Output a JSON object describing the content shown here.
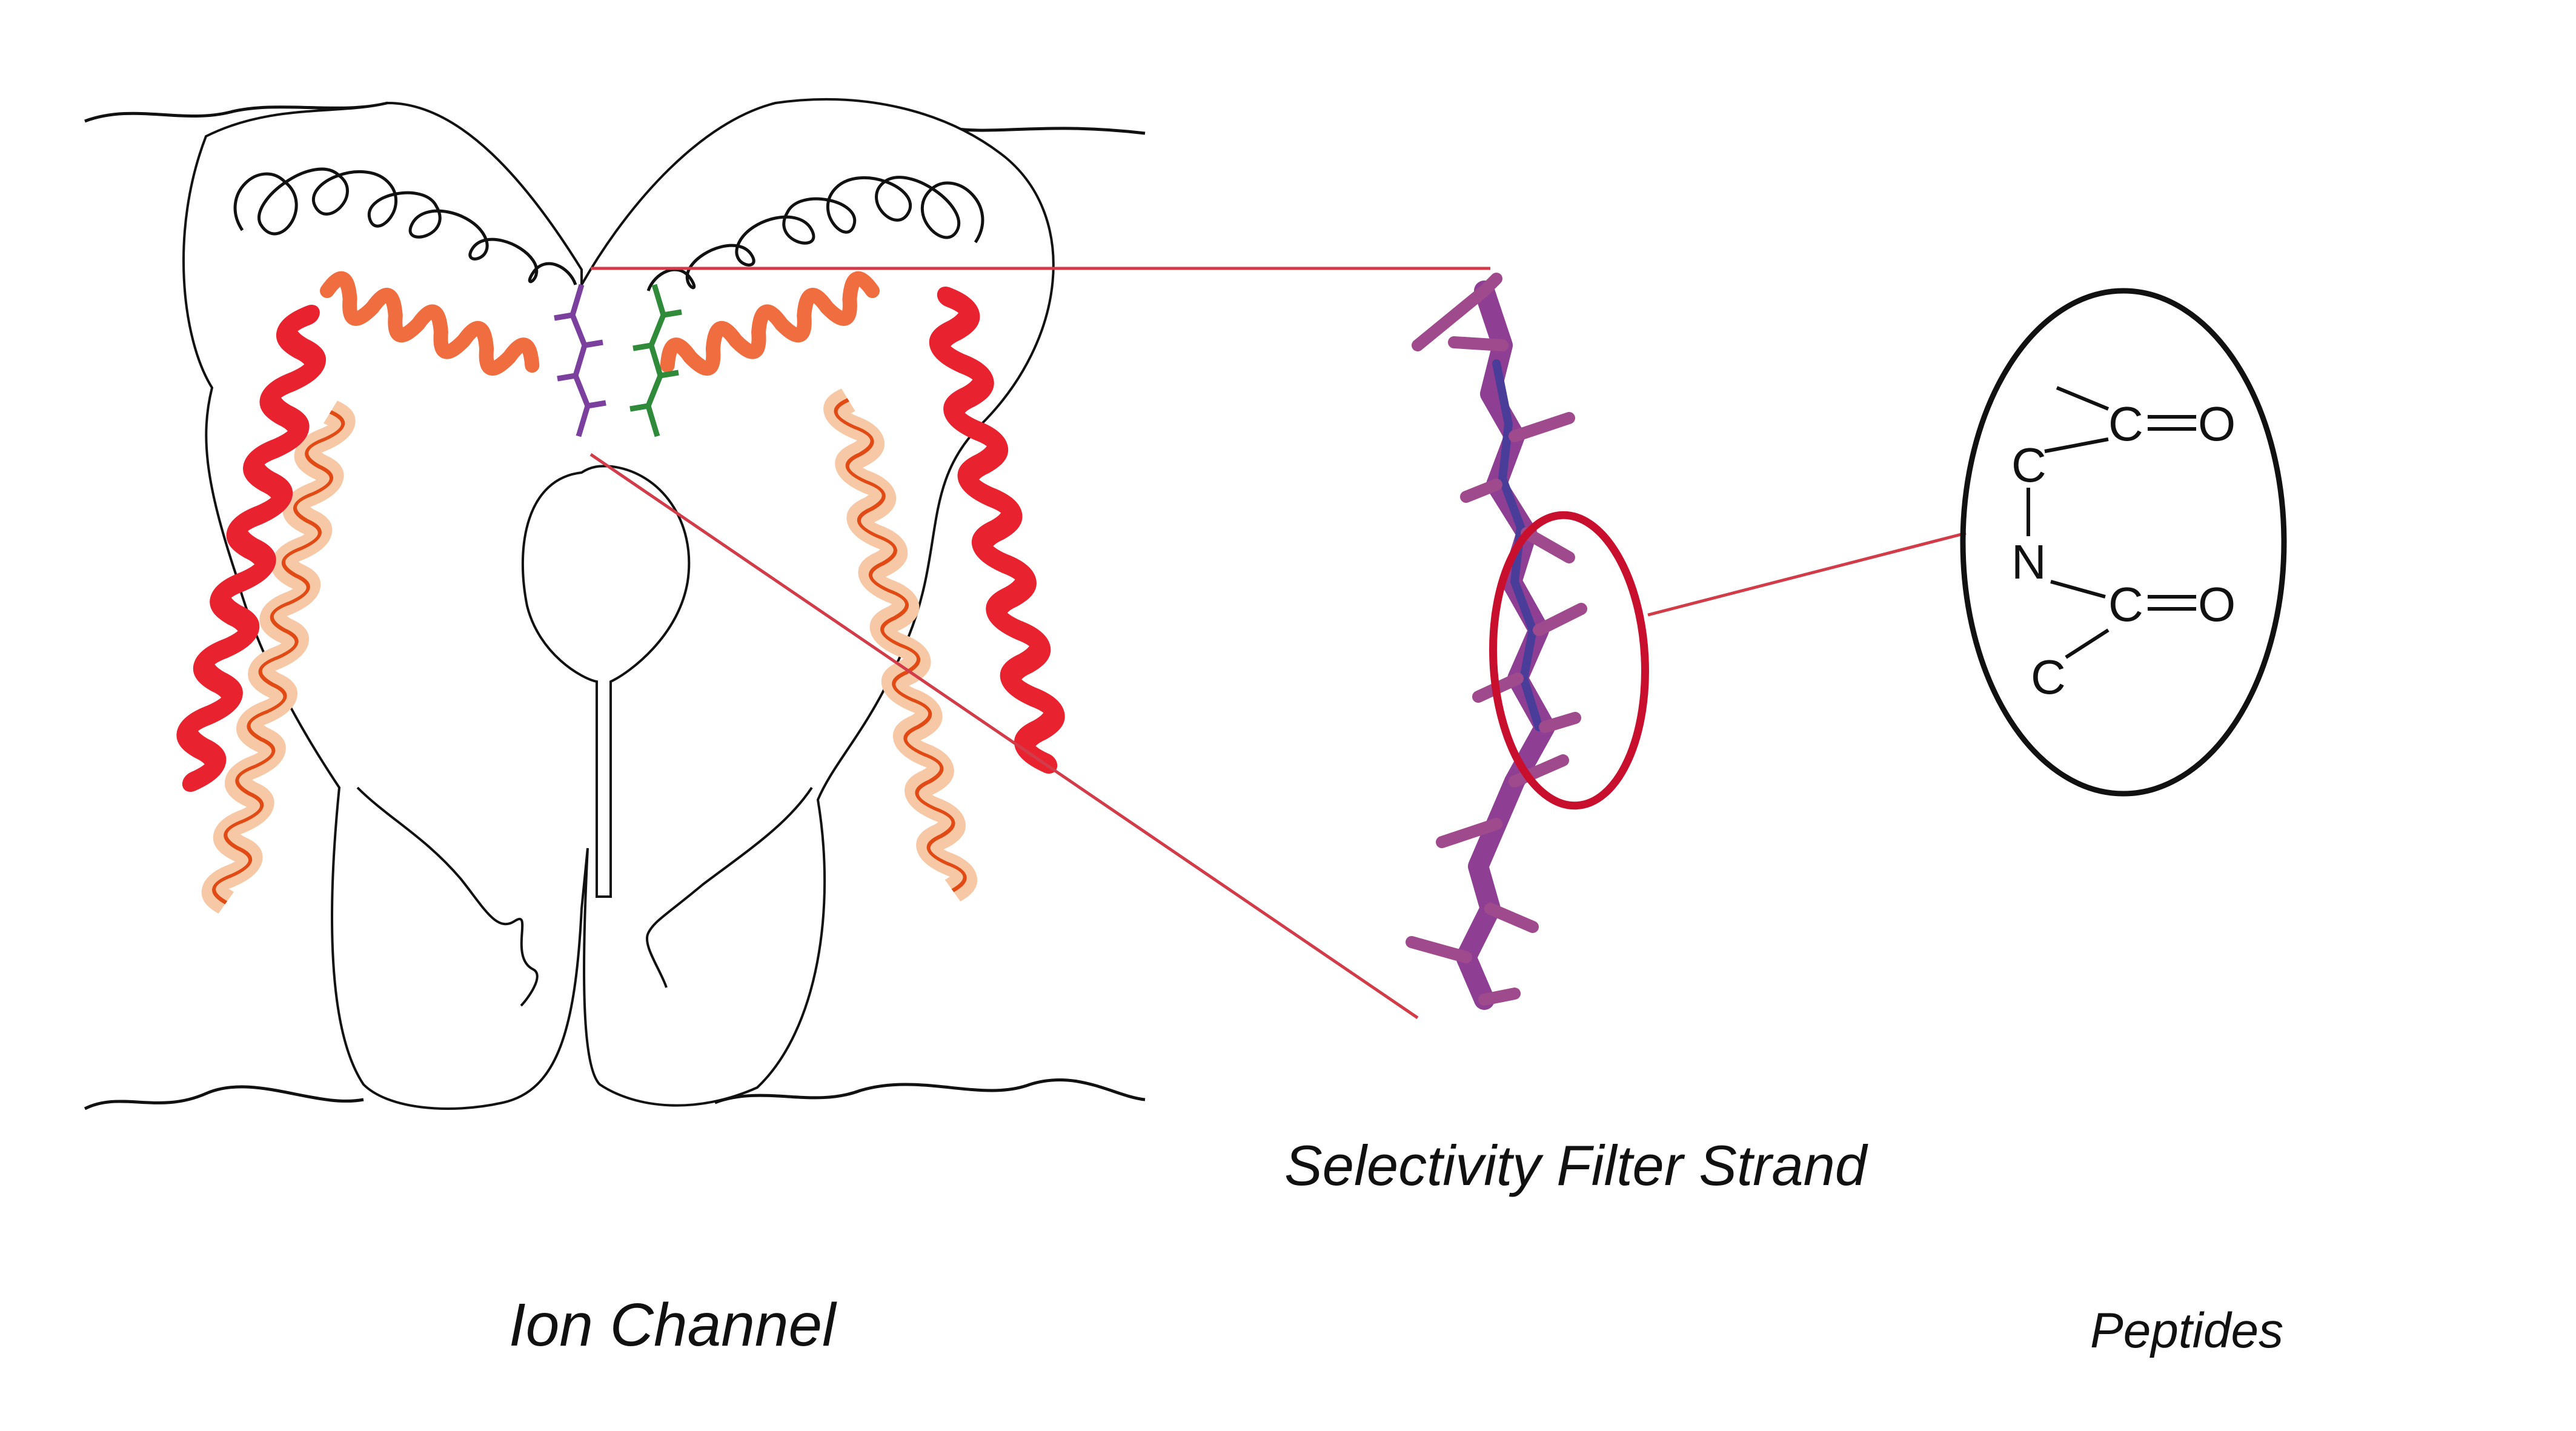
{
  "labels": {
    "selectivity_filter": "Selectivity Filter Strand",
    "ion_channel": "Ion Channel",
    "peptides": "Peptides"
  },
  "peptide_atoms": {
    "c1": "C",
    "o1": "O",
    "c_alpha": "C",
    "n": "N",
    "c2": "C",
    "o2": "O",
    "c3": "C"
  },
  "colors": {
    "outer_helix": "#e8232f",
    "pore_helix": "#ef6d3f",
    "inner_helix": "#e14a14",
    "inner_helix_fill": "#f7c8a6",
    "strand": "#8e3f93",
    "strand_left": "#7b3f9e",
    "strand_right": "#2f8a3a",
    "zoom_lines": "#d23b48",
    "highlight_ellipse": "#c8102e",
    "outline": "#111111"
  },
  "icons": {
    "ion-channel": "membrane-protein-sketch",
    "strand": "molecular-stick-model",
    "peptide": "peptide-backbone-structure"
  }
}
